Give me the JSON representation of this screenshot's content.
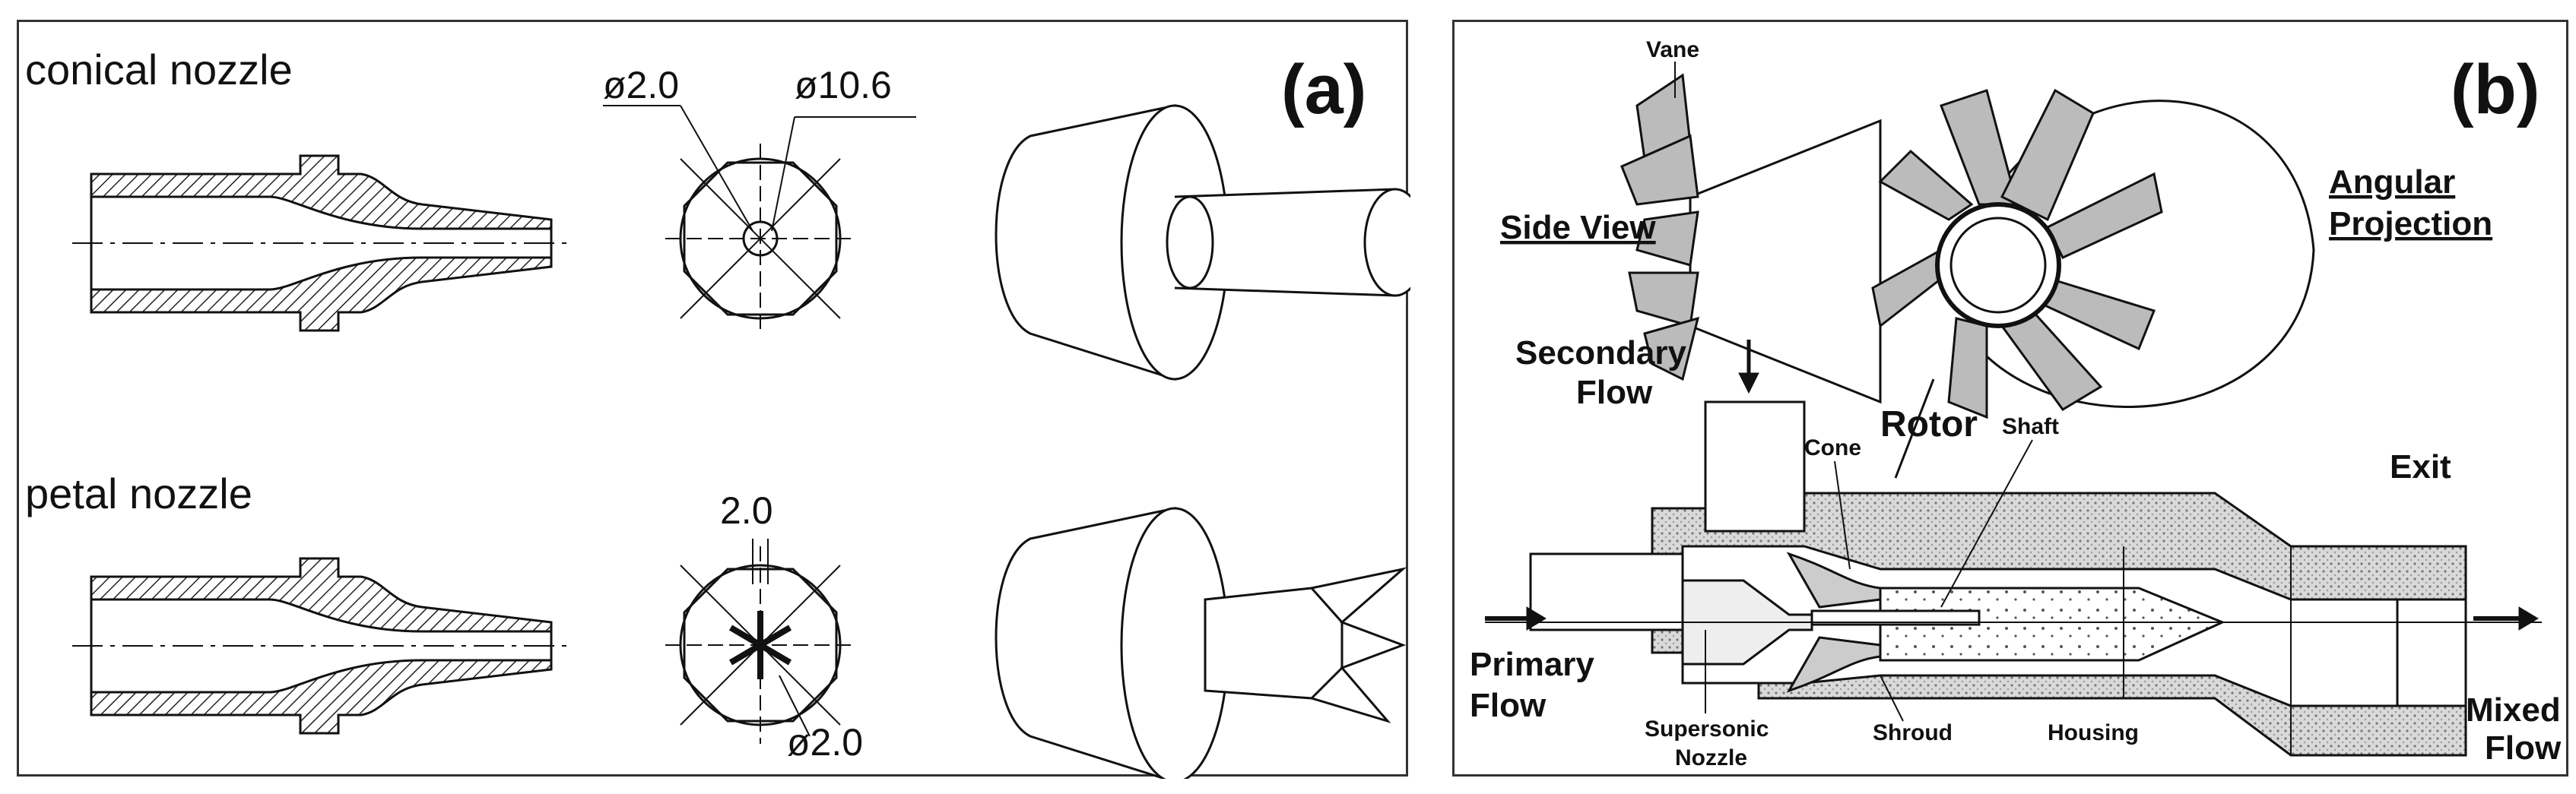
{
  "panel_a": {
    "tag": "(a)",
    "conical_label": "conical nozzle",
    "petal_label": "petal nozzle",
    "dim_throat": "ø2.0",
    "dim_outer": "ø10.6",
    "dim_petal_width": "2.0",
    "dim_petal_dia": "ø2.0"
  },
  "panel_b": {
    "tag": "(b)",
    "vane": "Vane",
    "side_view": "Side View",
    "angular_1": "Angular",
    "angular_2": "Projection",
    "secondary_1": "Secondary",
    "secondary_2": "Flow",
    "cone": "Cone",
    "rotor": "Rotor",
    "shaft": "Shaft",
    "exit": "Exit",
    "primary_1": "Primary",
    "primary_2": "Flow",
    "mixed_1": "Mixed",
    "mixed_2": "Flow",
    "supersonic_1": "Supersonic",
    "supersonic_2": "Nozzle",
    "shroud": "Shroud",
    "housing": "Housing"
  }
}
